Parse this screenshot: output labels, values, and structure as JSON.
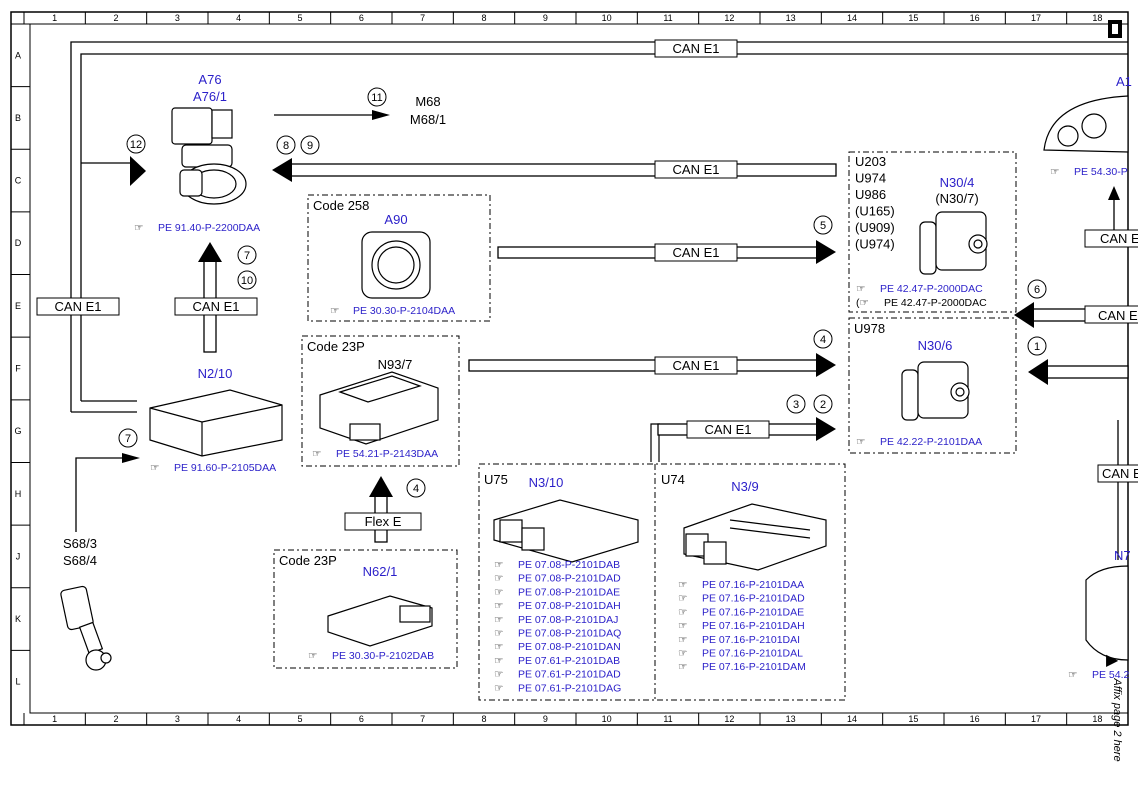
{
  "columns": [
    "1",
    "2",
    "3",
    "4",
    "5",
    "6",
    "7",
    "8",
    "9",
    "10",
    "11",
    "12",
    "13",
    "14",
    "15",
    "16",
    "17",
    "18"
  ],
  "rows": [
    "A",
    "B",
    "C",
    "D",
    "E",
    "F",
    "G",
    "H",
    "J",
    "K",
    "L"
  ],
  "bus_label": "CAN E1",
  "flex_label": "Flex E",
  "footer_note": "Affix page 2 here",
  "components": {
    "a76": {
      "codes": [
        "A76",
        "A76/1"
      ],
      "ref": "PE 91.40-P-2200DAA"
    },
    "m68": {
      "codes": [
        "M68",
        "M68/1"
      ]
    },
    "a90": {
      "option": "Code 258",
      "code": "A90",
      "ref": "PE 30.30-P-2104DAA"
    },
    "n2_10": {
      "code": "N2/10",
      "ref": "PE 91.60-P-2105DAA"
    },
    "n93_7": {
      "option": "Code 23P",
      "code": "N93/7",
      "ref": "PE 54.21-P-2143DAA"
    },
    "n62_1": {
      "option": "Code 23P",
      "code": "N62/1",
      "ref": "PE 30.30-P-2102DAB"
    },
    "s68": {
      "codes": [
        "S68/3",
        "S68/4"
      ]
    },
    "n30_4": {
      "variants": [
        "U203",
        "U974",
        "U986",
        "(U165)",
        "(U909)",
        "(U974)"
      ],
      "code": "N30/4",
      "alt": "(N30/7)",
      "refs": [
        "PE 42.47-P-2000DAC",
        "PE 42.47-P-2000DAC"
      ]
    },
    "n30_6": {
      "variant": "U978",
      "code": "N30/6",
      "ref": "PE 42.22-P-2101DAA"
    },
    "n3_10": {
      "variant": "U75",
      "code": "N3/10",
      "refs": [
        "PE 07.08-P-2101DAB",
        "PE 07.08-P-2101DAD",
        "PE 07.08-P-2101DAE",
        "PE 07.08-P-2101DAH",
        "PE 07.08-P-2101DAJ",
        "PE 07.08-P-2101DAQ",
        "PE 07.08-P-2101DAN",
        "PE 07.61-P-2101DAB",
        "PE 07.61-P-2101DAD",
        "PE 07.61-P-2101DAG"
      ]
    },
    "n3_9": {
      "variant": "U74",
      "code": "N3/9",
      "refs": [
        "PE 07.16-P-2101DAA",
        "PE 07.16-P-2101DAD",
        "PE 07.16-P-2101DAE",
        "PE 07.16-P-2101DAH",
        "PE 07.16-P-2101DAI",
        "PE 07.16-P-2101DAL",
        "PE 07.16-P-2101DAM"
      ]
    },
    "a1": {
      "code": "A1",
      "ref": "PE 54.30-P"
    },
    "n7": {
      "code": "N7",
      "ref": "PE 54.2"
    }
  },
  "markers": {
    "m1": "1",
    "m2": "2",
    "m3": "3",
    "m4": "4",
    "m4b": "4",
    "m5": "5",
    "m6": "6",
    "m7": "7",
    "m7b": "7",
    "m8": "8",
    "m9": "9",
    "m10": "10",
    "m11": "11",
    "m12": "12"
  }
}
